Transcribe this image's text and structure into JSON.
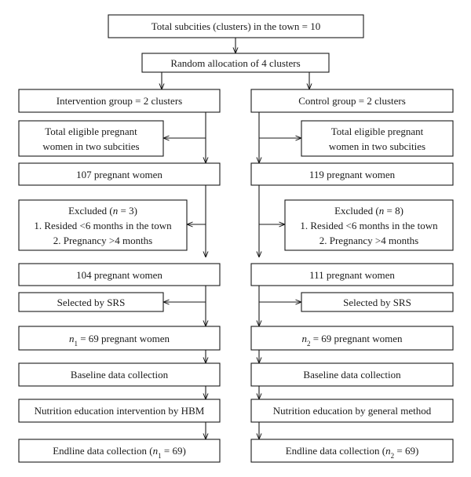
{
  "top": {
    "total": "Total subcities (clusters) in the town = 10",
    "random": "Random allocation of 4 clusters"
  },
  "intervention": {
    "group": "Intervention group = 2 clusters",
    "eligible_1": "Total eligible pregnant",
    "eligible_2": "women in two subcities",
    "enrolled": "107 pregnant women",
    "excluded_pre": "Excluded (",
    "excluded_n": "n",
    "excluded_post": " = 3)",
    "reason_1": "1. Resided <6 months in the town",
    "reason_2": "2. Pregnancy >4 months",
    "remaining": "104 pregnant women",
    "selected": "Selected by SRS",
    "sample_n": "n",
    "sample_sub": "1",
    "sample_post": " = 69 pregnant women",
    "baseline": "Baseline data collection",
    "education": "Nutrition education intervention by HBM",
    "endline_pre": "Endline data collection (",
    "endline_n": "n",
    "endline_sub": "1",
    "endline_post": " = 69)"
  },
  "control": {
    "group": "Control group = 2 clusters",
    "eligible_1": "Total eligible pregnant",
    "eligible_2": "women in two subcities",
    "enrolled": "119 pregnant women",
    "excluded_pre": "Excluded (",
    "excluded_n": "n",
    "excluded_post": " = 8)",
    "reason_1": "1. Resided <6 months in the town",
    "reason_2": "2. Pregnancy >4 months",
    "remaining": "111 pregnant women",
    "selected": "Selected by SRS",
    "sample_n": "n",
    "sample_sub": "2",
    "sample_post": " = 69 pregnant women",
    "baseline": "Baseline data collection",
    "education": "Nutrition education by general method",
    "endline_pre": "Endline data collection (",
    "endline_n": "n",
    "endline_sub": "2",
    "endline_post": " = 69)"
  }
}
